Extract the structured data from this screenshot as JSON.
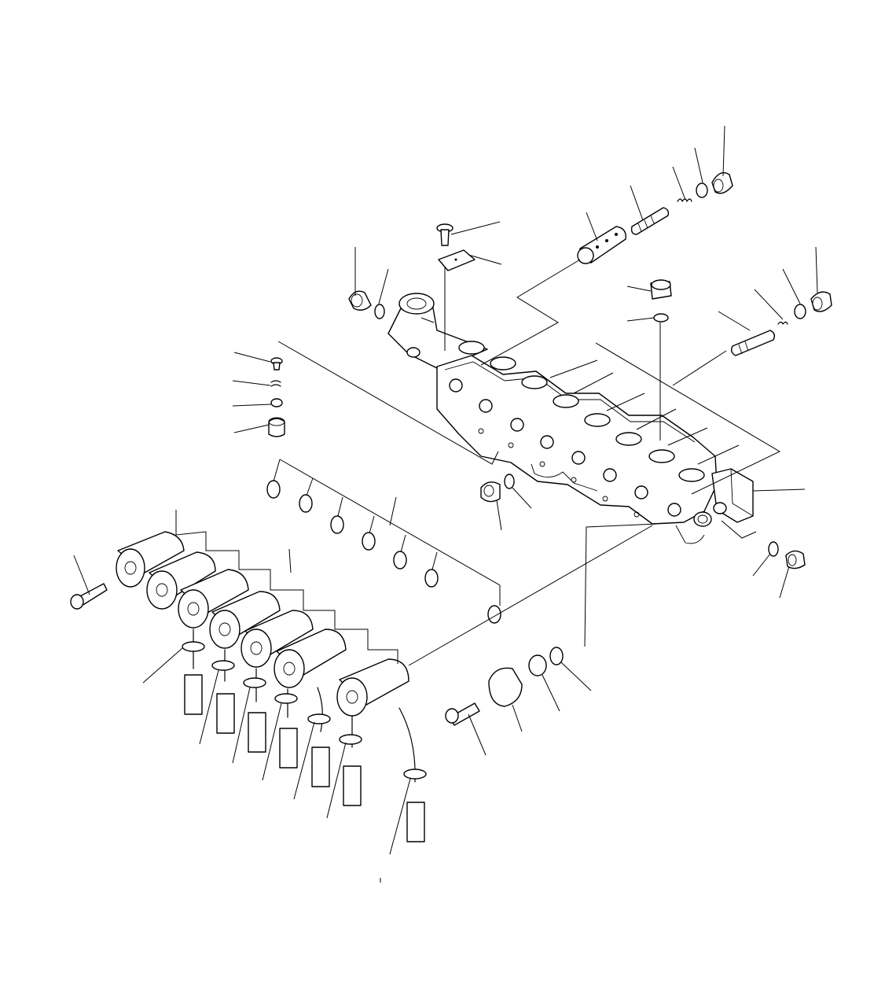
{
  "diagram": {
    "type": "exploded-parts-view",
    "labels": [],
    "colors": {
      "line": "#000000",
      "background": "#ffffff"
    },
    "parts": [
      "valve-body",
      "solenoid-valves",
      "spools",
      "springs",
      "plugs",
      "o-rings",
      "bolts",
      "cover-plate",
      "connectors",
      "clamps",
      "breather-valve",
      "end-block"
    ]
  }
}
